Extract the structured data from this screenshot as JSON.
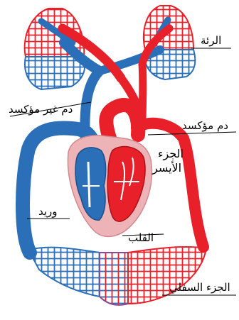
{
  "labels": {
    "lungs": "الرئة",
    "deoxygenated_blood": "دم غير مؤكسد",
    "oxygenated_blood": "دم مؤكسد",
    "left_part_line1": "الجزء",
    "left_part_line2": "الأيسر",
    "vein": "وريد",
    "heart": "القلب",
    "lower_part": "الجزء السفلي"
  },
  "colors": {
    "oxygenated": "#e8202a",
    "deoxygenated": "#2b6fb8",
    "heart_fill": "#eeb3b6",
    "text": "#000000"
  }
}
